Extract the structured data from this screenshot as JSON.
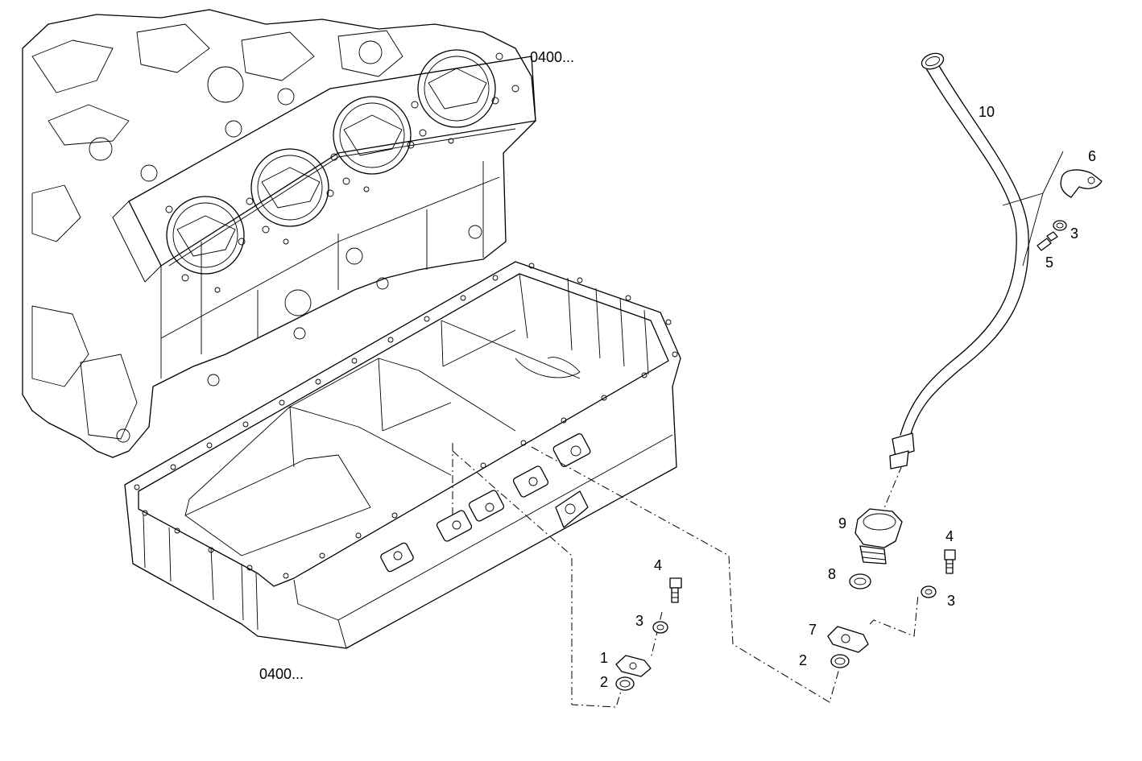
{
  "references": {
    "engine_block": "0400...",
    "oil_pan": "0400..."
  },
  "part_labels": {
    "p1": "1",
    "p2_left": "2",
    "p3_left": "3",
    "p4_left": "4",
    "p2_right": "2",
    "p7": "7",
    "p8": "8",
    "p9": "9",
    "p4_right": "4",
    "p3_right": "3",
    "p10": "10",
    "p6": "6",
    "p3_upper": "3",
    "p5": "5"
  }
}
